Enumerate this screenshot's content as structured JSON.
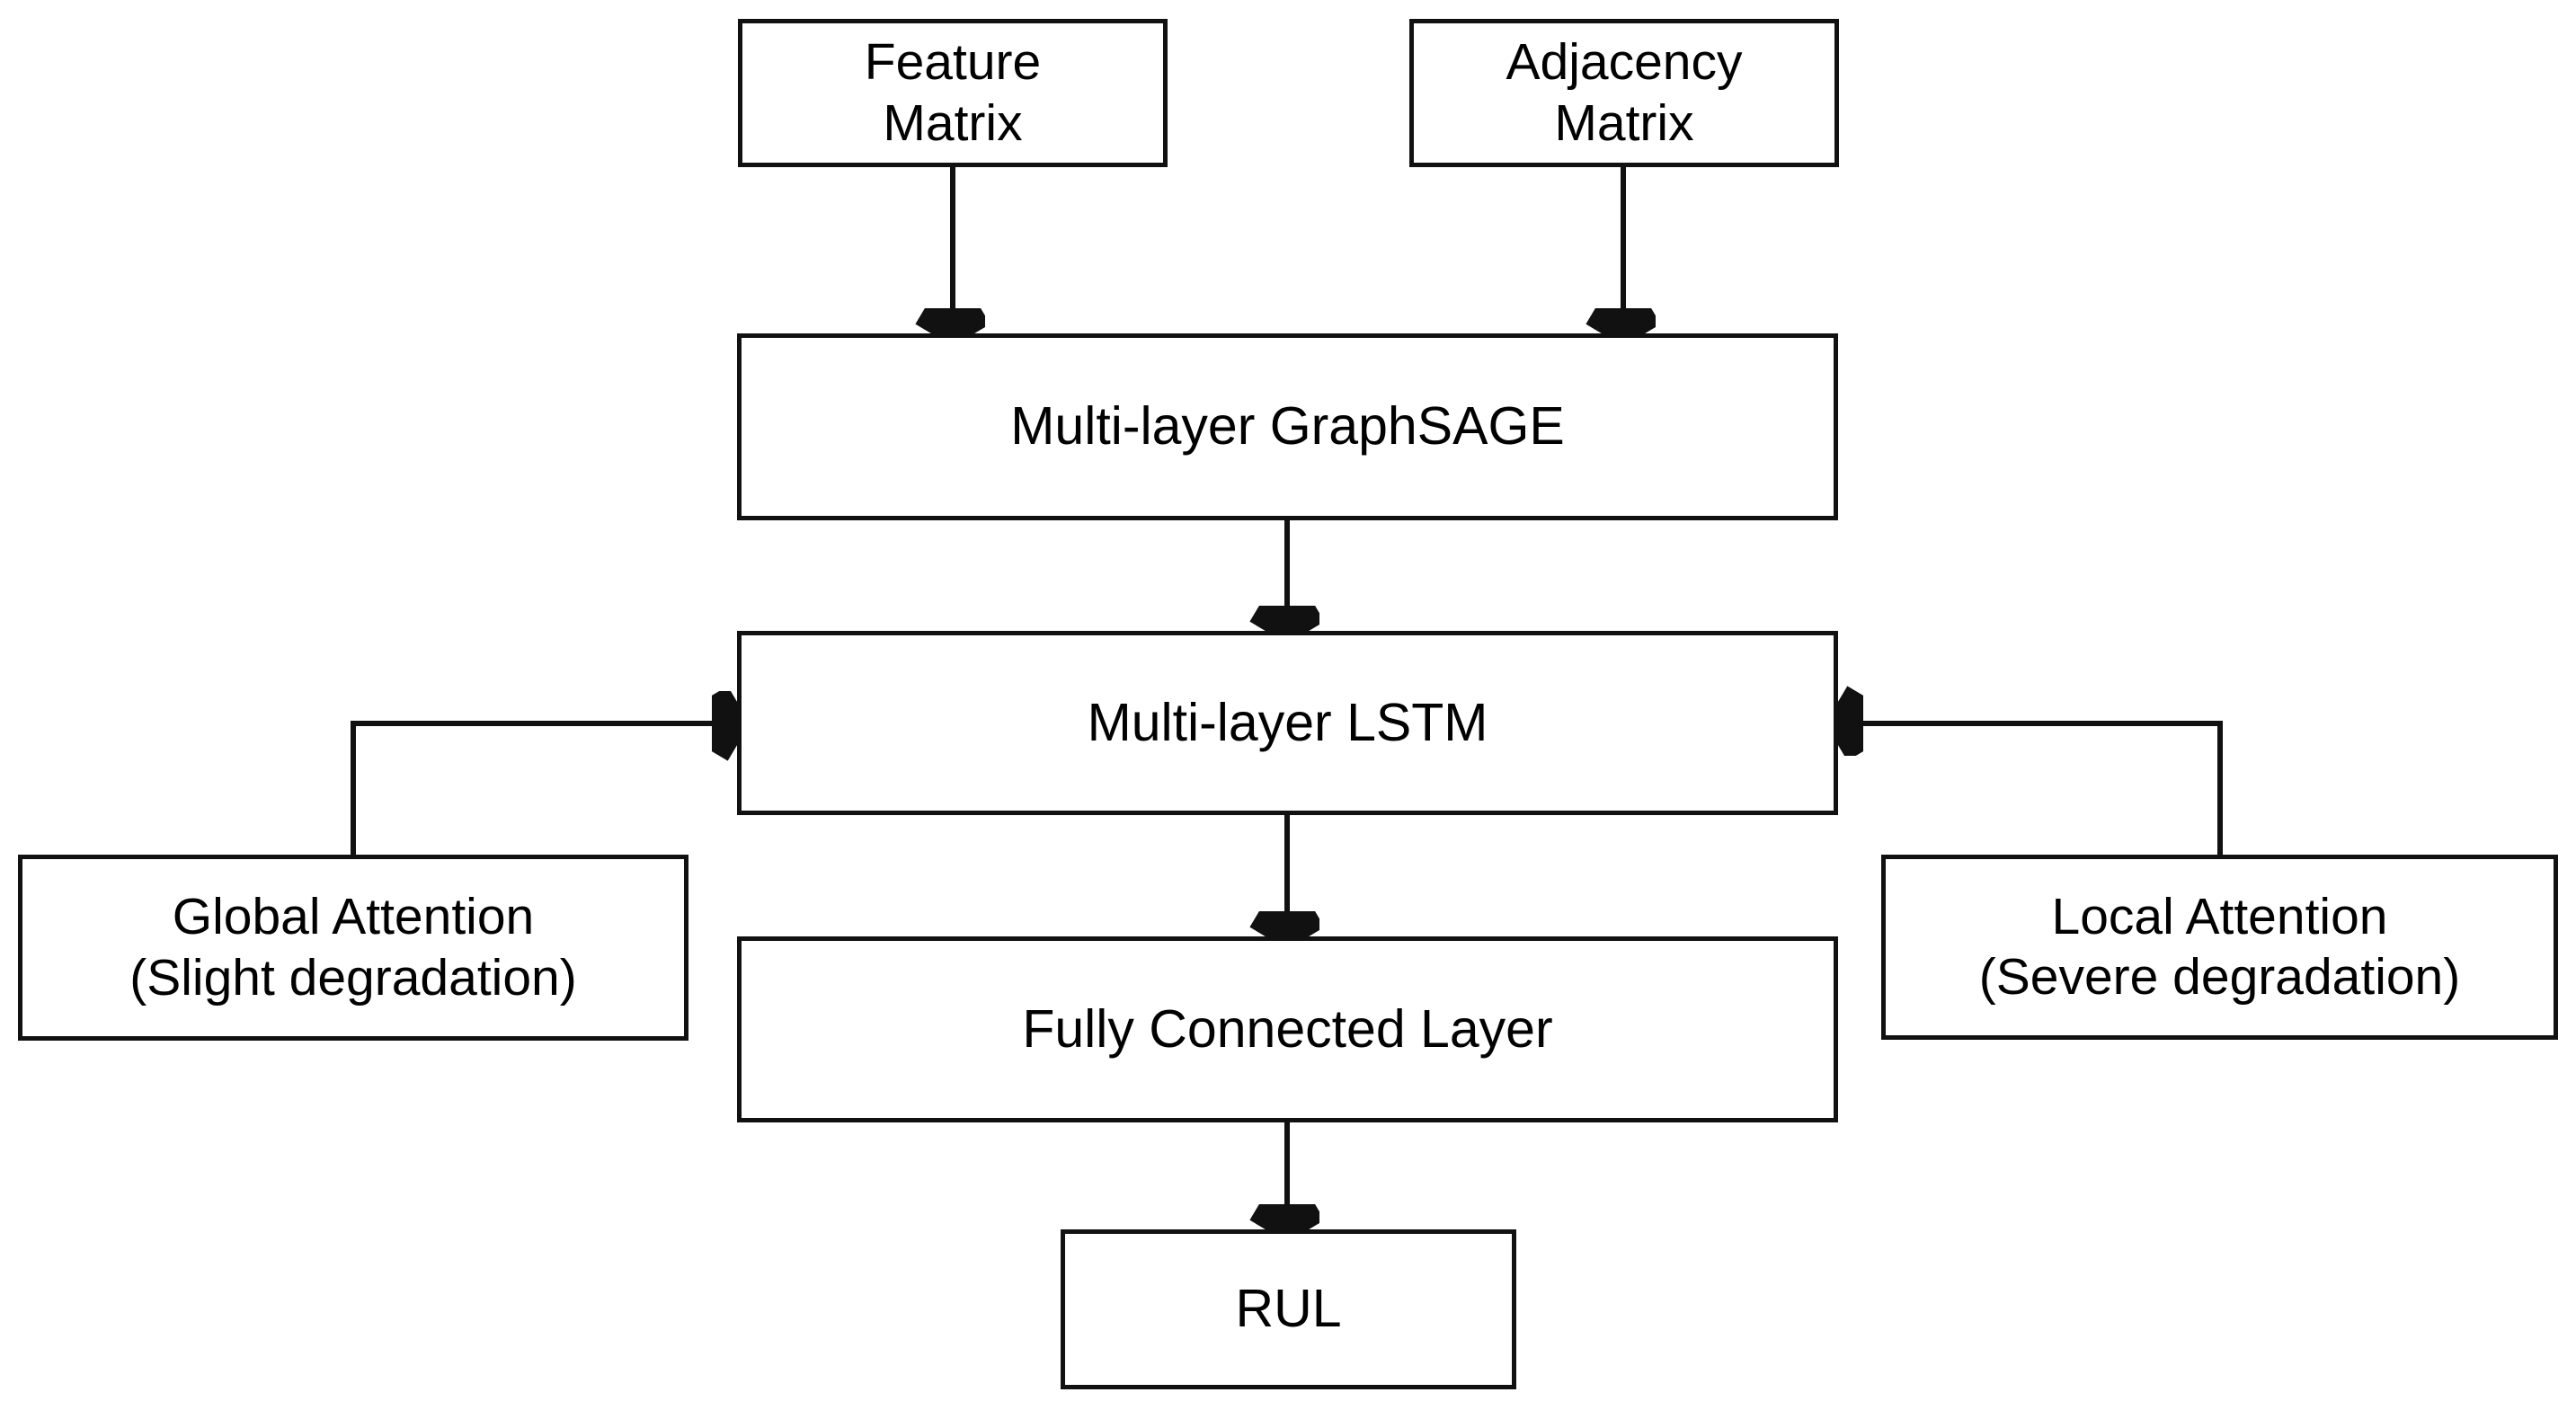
{
  "diagram": {
    "title": "Multi-layer GraphSAGE + LSTM RUL prediction architecture",
    "stroke_color": "#111111",
    "fill_color": "#ffffff",
    "nodes": {
      "feature_matrix": {
        "line1": "Feature",
        "line2": "Matrix"
      },
      "adjacency_matrix": {
        "line1": "Adjacency",
        "line2": "Matrix"
      },
      "graphsage": {
        "line1": "Multi-layer GraphSAGE"
      },
      "lstm": {
        "line1": "Multi-layer LSTM"
      },
      "global_attention": {
        "line1": "Global Attention",
        "line2": "(Slight degradation)"
      },
      "local_attention": {
        "line1": "Local Attention",
        "line2": "(Severe degradation)"
      },
      "fc_layer": {
        "line1": "Fully Connected Layer"
      },
      "rul": {
        "line1": "RUL"
      }
    },
    "edges": [
      {
        "id": "feature-to-graphsage",
        "from": "feature_matrix",
        "to": "graphsage",
        "direction": "down"
      },
      {
        "id": "adjacency-to-graphsage",
        "from": "adjacency_matrix",
        "to": "graphsage",
        "direction": "down"
      },
      {
        "id": "graphsage-to-lstm",
        "from": "graphsage",
        "to": "lstm",
        "direction": "down"
      },
      {
        "id": "global-to-lstm",
        "from": "global_attention",
        "to": "lstm",
        "direction": "right"
      },
      {
        "id": "local-to-lstm",
        "from": "local_attention",
        "to": "lstm",
        "direction": "left"
      },
      {
        "id": "lstm-to-fc",
        "from": "lstm",
        "to": "fc_layer",
        "direction": "down"
      },
      {
        "id": "fc-to-rul",
        "from": "fc_layer",
        "to": "rul",
        "direction": "down"
      }
    ]
  }
}
